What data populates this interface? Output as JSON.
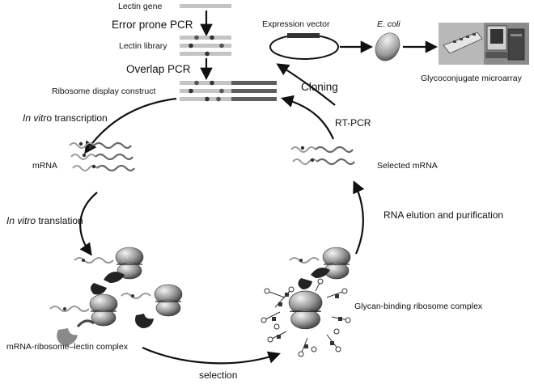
{
  "labels": {
    "lectin_gene": "Lectin gene",
    "error_prone_pcr": "Error prone PCR",
    "lectin_library": "Lectin library",
    "overlap_pcr": "Overlap PCR",
    "ribosome_display_construct": "Ribosome display construct",
    "expression_vector": "Expression vector",
    "e_coli": "E. coli",
    "glycoconjugate_microarray": "Glycoconjugate microarray",
    "cloning": "Cloning",
    "in_vitro_transcription_italic": "In vitr",
    "in_vitro_transcription_rest": "o transcription",
    "mrna": "mRNA",
    "rt_pcr": "RT-PCR",
    "selected_mrna": "Selected mRNA",
    "in_vitro_translation_italic": "In vitro",
    "in_vitro_translation_rest": " translation",
    "rna_elution": "RNA elution and purification",
    "glycan_binding_complex": "Glycan-binding ribosome complex",
    "mrna_ribosome_lectin_complex": "mRNA-ribosome–lectin complex",
    "selection": "selection"
  },
  "colors": {
    "bar_light": "#c4c4c4",
    "bar_dark": "#5e5e5e",
    "dot_dark": "#333333",
    "arrow": "#111111",
    "ribosome_light": "#d8d8d8",
    "ribosome_dark": "#5a5a5a"
  }
}
